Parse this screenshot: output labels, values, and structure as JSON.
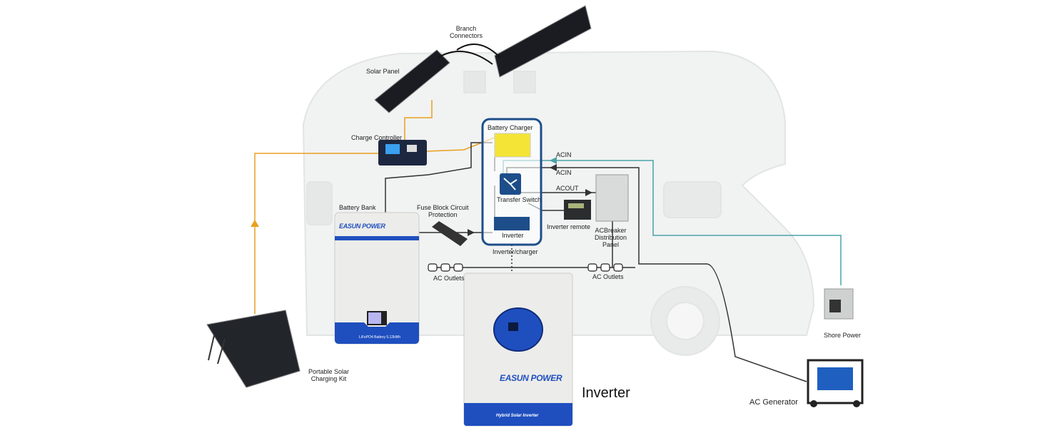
{
  "labels": {
    "branch_connectors": [
      "Branch",
      "Connectors"
    ],
    "solar_panel": "Solar Panel",
    "charge_controller": "Charge Controller",
    "battery_charger": "Battery Charger",
    "acin_1": "ACIN",
    "acin_2": "ACIN",
    "acout": "ACOUT",
    "transfer_switch": "Transfer Switch",
    "inverter_small": "Inverter",
    "inverter_remote": "Inverter remote",
    "breaker_panel": [
      "ACBreaker",
      "Distribution",
      "Panel"
    ],
    "inverter_charger": "Inverter/charger",
    "battery_bank": "Battery Bank",
    "fuse_block": [
      "Fuse Block Circuit",
      "Protection"
    ],
    "ac_outlets_left": "AC Outlets",
    "ac_outlets_right": "AC Outlets",
    "portable_kit": [
      "Portable Solar",
      "Charging Kit"
    ],
    "inverter_big": "Inverter",
    "shore_power": "Shore Power",
    "ac_generator": "AC Generator"
  },
  "products": {
    "brand": "EASUN POWER",
    "battery_label": "LiFePO4 Battery 5.12kWh",
    "inverter_label": "Hybrid Solar Inverter"
  },
  "colors": {
    "dc_line": "#e8a020",
    "ac_line": "#333333",
    "shore_line": "#4aa3a8",
    "brand_blue": "#1f4fbf",
    "frame_blue": "#1d4e8a"
  }
}
